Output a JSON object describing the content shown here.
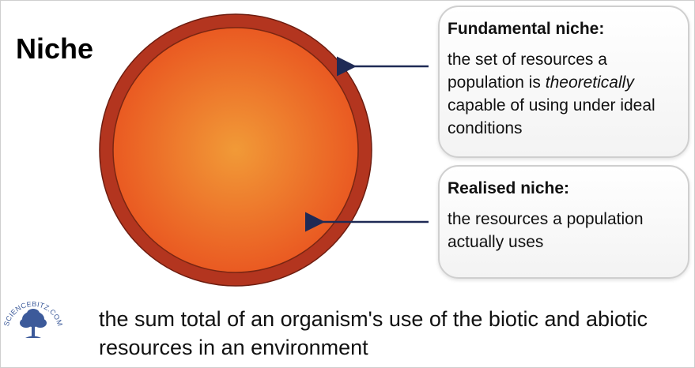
{
  "title": "Niche",
  "fundamental": {
    "heading": "Fundamental niche:",
    "body_before": "the set of resources a population is ",
    "body_emphasis": "theoretically",
    "body_after": " capable of using under ideal conditions"
  },
  "realised": {
    "heading": "Realised niche:",
    "body": "the resources a population actually uses"
  },
  "definition": "the sum total of an organism's use of the biotic and abiotic resources in an environment",
  "logo": {
    "text": "SCIENCEBITZ.COM"
  },
  "colors": {
    "outer_ring": "#b3351f",
    "inner_center": "#f19a37",
    "inner_edge": "#ea5a22",
    "arrow": "#1f2a55",
    "tree": "#3c5a9a"
  }
}
